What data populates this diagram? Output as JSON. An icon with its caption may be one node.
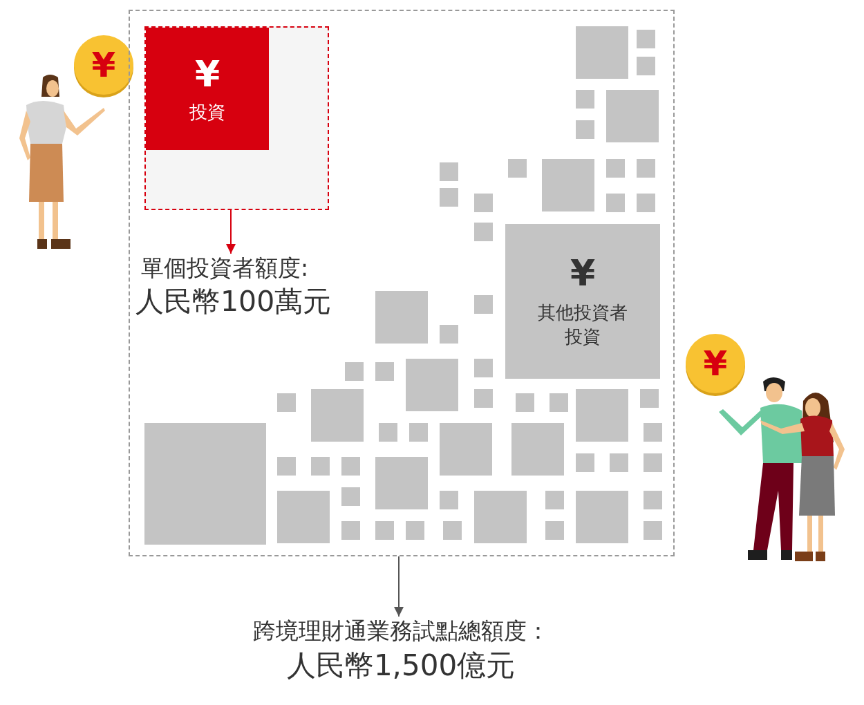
{
  "diagram": {
    "nodes": [
      {
        "text": [],
        "shape": "box"
      },
      {
        "text": [],
        "shape": "box",
        "in": 0
      },
      {
        "text": [
          "¥",
          "投資"
        ],
        "in": 1
      },
      {
        "text": [
          "¥",
          "其他投資者投資"
        ],
        "in": 0
      },
      {
        "text": [
          "單個投資者額度:",
          "人民幣100萬元"
        ],
        "in": 0
      },
      {
        "text": [
          "跨境理財通業務試點總額度：",
          "人民幣1,500億元"
        ]
      }
    ],
    "edges": [
      {
        "from": 1,
        "to": 4,
        "arrow": "to",
        "color": "#d7000f"
      },
      {
        "from": 0,
        "to": 5,
        "arrow": "to",
        "color": "#555555"
      }
    ],
    "labels": [
      "¥",
      "¥"
    ]
  }
}
